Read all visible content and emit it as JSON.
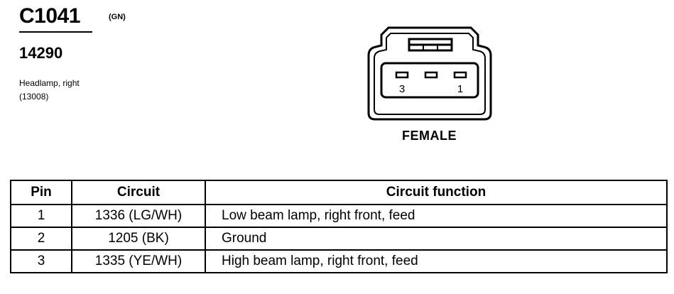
{
  "connector": {
    "id": "C1041",
    "color_code": "(GN)",
    "part_number": "14290",
    "description_line1": "Headlamp, right",
    "description_line2": "(13008)",
    "gender": "FEMALE",
    "pin_labels": {
      "left": "3",
      "right": "1"
    }
  },
  "table": {
    "headers": [
      "Pin",
      "Circuit",
      "Circuit function"
    ],
    "rows": [
      {
        "pin": "1",
        "circuit": "1336 (LG/WH)",
        "function": "Low beam lamp, right front, feed"
      },
      {
        "pin": "2",
        "circuit": "1205 (BK)",
        "function": "Ground"
      },
      {
        "pin": "3",
        "circuit": "1335 (YE/WH)",
        "function": "High beam lamp, right front, feed"
      }
    ]
  }
}
